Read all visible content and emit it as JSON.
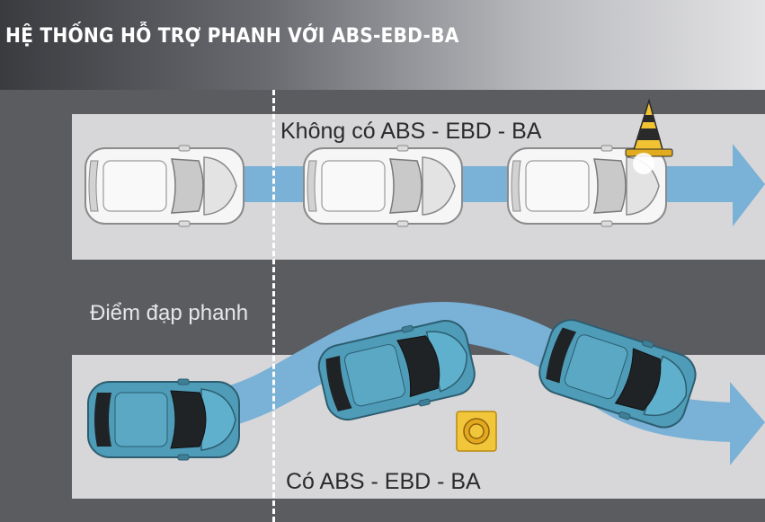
{
  "title": "HỆ THỐNG HỖ TRỢ PHANH VỚI ABS-EBD-BA",
  "labels": {
    "without": "Không có ABS - EBD - BA",
    "with": "Có ABS - EBD - BA",
    "brake_point": "Điểm đạp phanh"
  },
  "colors": {
    "road": "#5b5c60",
    "lane": "#d7d7d9",
    "arrow": "#7ab1d6",
    "car_white": "#f4f4f4",
    "car_blue": "#4e9cb8",
    "cone": "#f1c232"
  }
}
